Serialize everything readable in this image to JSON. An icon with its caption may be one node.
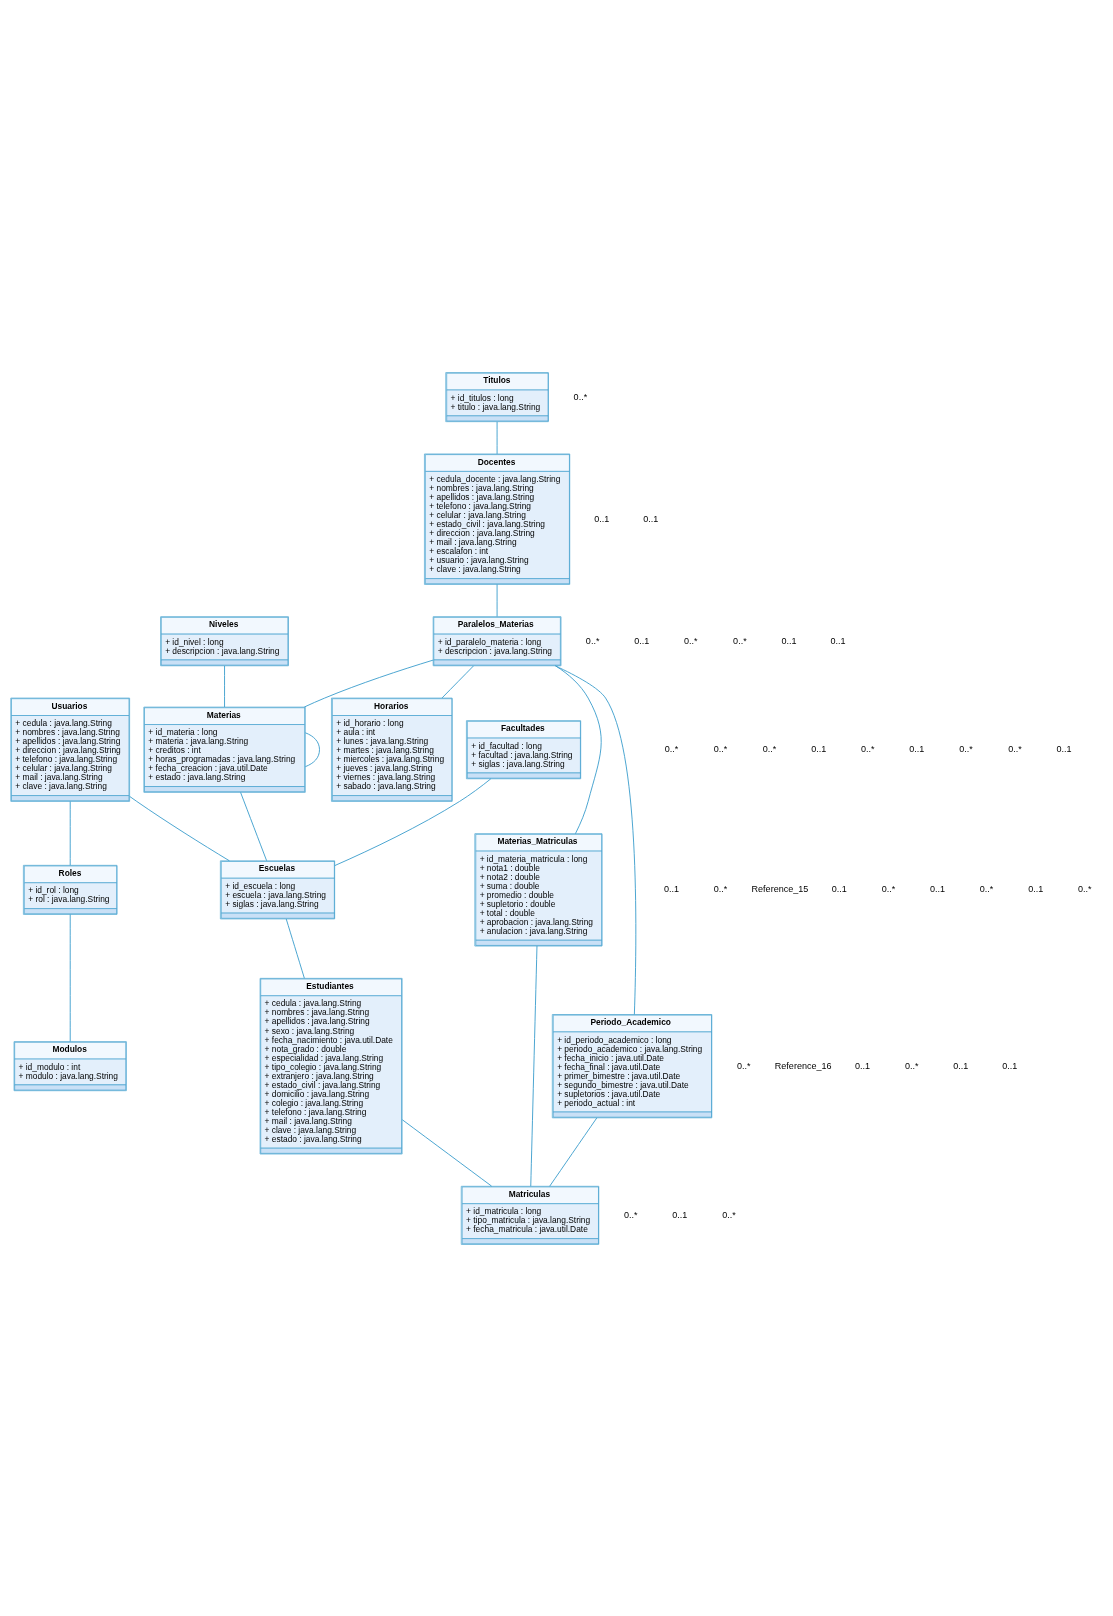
{
  "diagram": {
    "nodes": [
      {
        "text": [
          "Usuarios",
          "+ cedula : java.lang.String",
          "+ nombres : java.lang.String",
          "+ apellidos : java.lang.String",
          "+ direccion : java.lang.String",
          "+ telefono : java.lang.String",
          "+ celular : java.lang.String",
          "+ mail : java.lang.String",
          "+ clave : java.lang.String"
        ]
      },
      {
        "text": [
          "Roles",
          "+ id_rol : long",
          "+ rol : java.lang.String"
        ]
      },
      {
        "text": [
          "Modulos",
          "+ id_modulo : int",
          "+ modulo : java.lang.String"
        ]
      },
      {
        "text": [
          "Titulos",
          "+ id_titulos : long",
          "+ titulo : java.lang.String"
        ]
      },
      {
        "text": [
          "Docentes",
          "+ cedula_docente : java.lang.String",
          "+ nombres : java.lang.String",
          "+ apellidos : java.lang.String",
          "+ telefono : java.lang.String",
          "+ celular : java.lang.String",
          "+ estado_civil : java.lang.String",
          "+ direccion : java.lang.String",
          "+ mail : java.lang.String",
          "+ escalafon : int",
          "+ usuario : java.lang.String",
          "+ clave : java.lang.String"
        ]
      },
      {
        "text": [
          "Paralelos_Materias",
          "+ id_paralelo_materia : long",
          "+ descripcion : java.lang.String"
        ]
      },
      {
        "text": [
          "Horarios",
          "+ id_horario : long",
          "+ aula : int",
          "+ lunes : java.lang.String",
          "+ martes : java.lang.String",
          "+ miercoles : java.lang.String",
          "+ jueves : java.lang.String",
          "+ viernes : java.lang.String",
          "+ sabado : java.lang.String"
        ]
      },
      {
        "text": [
          "Niveles",
          "+ id_nivel : long",
          "+ descripcion : java.lang.String"
        ]
      },
      {
        "text": [
          "Materias",
          "+ id_materia : long",
          "+ materia : java.lang.String",
          "+ creditos : int",
          "+ horas_programadas : java.lang.String",
          "+ fecha_creacion : java.util.Date",
          "+ estado : java.lang.String"
        ]
      },
      {
        "text": [
          "Materias_Matriculas",
          "+ id_materia_matricula : long",
          "+ nota1 : double",
          "+ nota2 : double",
          "+ suma : double",
          "+ promedio : double",
          "+ supletorio : double",
          "+ total : double",
          "+ aprobacion : java.lang.String",
          "+ anulacion : java.lang.String"
        ]
      },
      {
        "text": [
          "Periodo_Academico",
          "+ id_periodo_academico : long",
          "+ periodo_academico : java.lang.String",
          "+ fecha_inicio : java.util.Date",
          "+ fecha_final : java.util.Date",
          "+ primer_bimestre : java.util.Date",
          "+ segundo_bimestre : java.util.Date",
          "+ supletorios : java.util.Date",
          "+ periodo_actual : int"
        ]
      },
      {
        "text": [
          "Facultades",
          "+ id_facultad : long",
          "+ facultad : java.lang.String",
          "+ siglas : java.lang.String"
        ]
      },
      {
        "text": [
          "Escuelas",
          "+ id_escuela : long",
          "+ escuela : java.lang.String",
          "+ siglas : java.lang.String"
        ]
      },
      {
        "text": [
          "Estudiantes",
          "+ cedula : java.lang.String",
          "+ nombres : java.lang.String",
          "+ apellidos : java.lang.String",
          "+ sexo : java.lang.String",
          "+ fecha_nacimiento : java.util.Date",
          "+ nota_grado : double",
          "+ especialidad : java.lang.String",
          "+ tipo_colegio : java.lang.String",
          "+ extranjero : java.lang.String",
          "+ estado_civil : java.lang.String",
          "+ domicilio : java.lang.String",
          "+ colegio : java.lang.String",
          "+ telefono : java.lang.String",
          "+ mail : java.lang.String",
          "+ clave : java.lang.String",
          "+ estado : java.lang.String"
        ]
      },
      {
        "text": [
          "Matriculas",
          "+ id_matricula : long",
          "+ tipo_matricula : java.lang.String",
          "+ fecha_matricula : java.util.Date"
        ]
      }
    ],
    "edges": [
      {
        "from": 0,
        "to": 1,
        "arrow": "none"
      },
      {
        "from": 1,
        "to": 2,
        "arrow": "none"
      },
      {
        "from": 0,
        "to": 12,
        "arrow": "none"
      },
      {
        "from": 3,
        "to": 4,
        "arrow": "none"
      },
      {
        "from": 4,
        "to": 5,
        "arrow": "none"
      },
      {
        "from": 5,
        "to": 6,
        "arrow": "none"
      },
      {
        "from": 5,
        "to": 10,
        "arrow": "none"
      },
      {
        "from": 5,
        "to": 8,
        "arrow": "none"
      },
      {
        "from": 5,
        "to": 9,
        "arrow": "none"
      },
      {
        "from": 7,
        "to": 8,
        "arrow": "none"
      },
      {
        "from": 8,
        "to": 8,
        "arrow": "none"
      },
      {
        "from": 8,
        "to": 12,
        "arrow": "none"
      },
      {
        "from": 11,
        "to": 12,
        "arrow": "none"
      },
      {
        "from": 12,
        "to": 13,
        "arrow": "none"
      },
      {
        "from": 13,
        "to": 14,
        "arrow": "none"
      },
      {
        "from": 9,
        "to": 14,
        "arrow": "none"
      },
      {
        "from": 10,
        "to": 14,
        "arrow": "none"
      }
    ],
    "labels": [
      "0..*",
      "0..1",
      "0..*",
      "Reference_15",
      "0..*",
      "Reference_16",
      "0..*",
      "0..1",
      "0..*",
      "0..1",
      "0..1",
      "0..*",
      "0..1",
      "0..*",
      "0..*",
      "0..1",
      "0..*",
      "0..1",
      "0..1",
      "0..*",
      "0..1",
      "0..*",
      "0..1",
      "0..*",
      "0..*",
      "0..1",
      "0..1",
      "0..*",
      "0..1",
      "0..*",
      "0..1",
      "0..*",
      "0..*",
      "0..1",
      "0..1",
      "0..*"
    ]
  }
}
